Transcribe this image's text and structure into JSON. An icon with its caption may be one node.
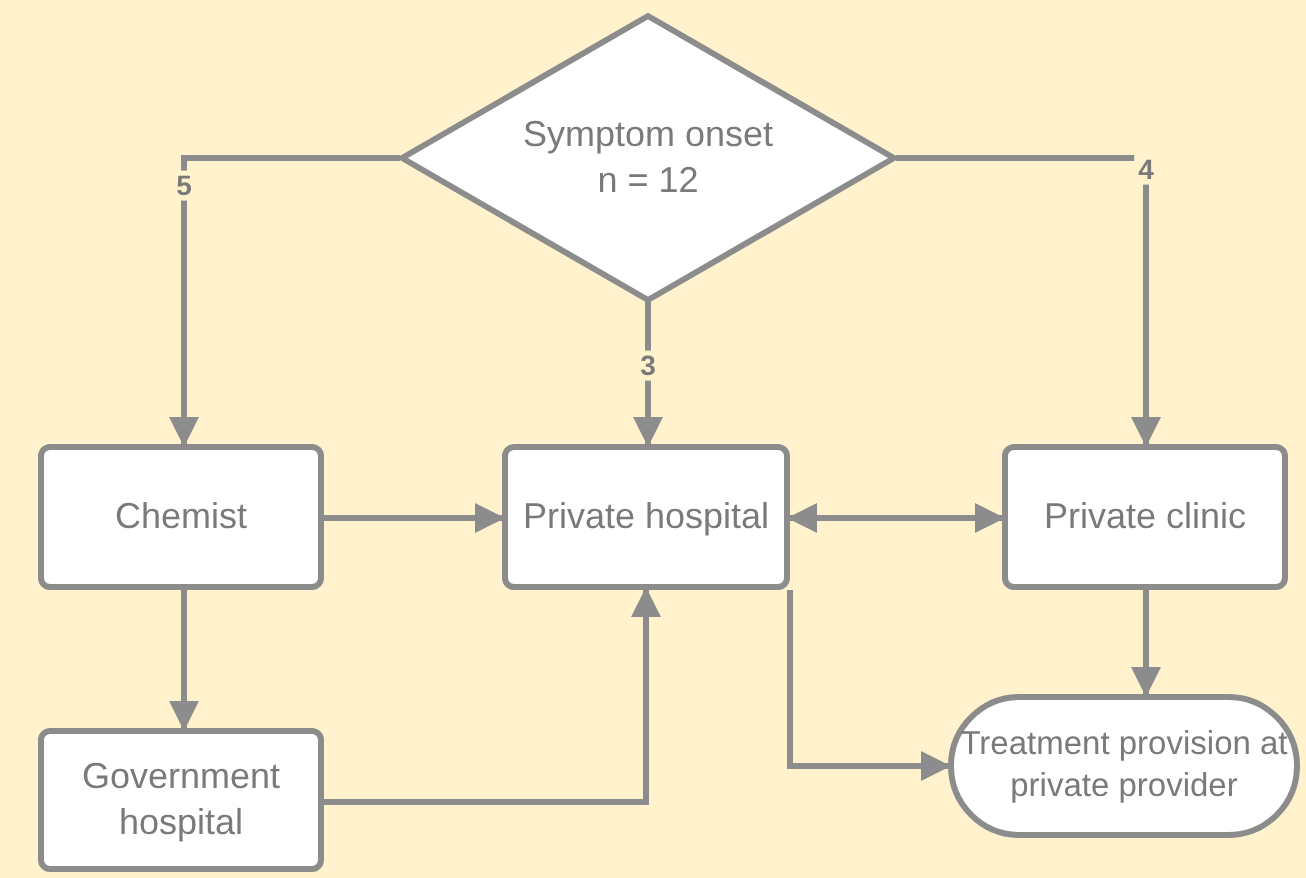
{
  "diagram": {
    "nodes": [
      {
        "text": [
          "Symptom onset",
          "n = 12"
        ]
      },
      {
        "text": [
          "Chemist"
        ]
      },
      {
        "text": [
          "Private hospital"
        ]
      },
      {
        "text": [
          "Private clinic"
        ]
      },
      {
        "text": [
          "Government hospital"
        ]
      },
      {
        "text": [
          "Treatment provision at private provider"
        ]
      }
    ],
    "edges": [
      {
        "from": 0,
        "to": 1,
        "arrow": "to",
        "label": "5"
      },
      {
        "from": 0,
        "to": 2,
        "arrow": "to",
        "label": "3"
      },
      {
        "from": 0,
        "to": 3,
        "arrow": "to",
        "label": "4"
      },
      {
        "from": 1,
        "to": 2,
        "arrow": "to"
      },
      {
        "from": 2,
        "to": 3,
        "arrow": "both"
      },
      {
        "from": 1,
        "to": 4,
        "arrow": "to"
      },
      {
        "from": 4,
        "to": 2,
        "arrow": "to"
      },
      {
        "from": 2,
        "to": 5,
        "arrow": "to"
      },
      {
        "from": 3,
        "to": 5,
        "arrow": "to"
      }
    ]
  }
}
